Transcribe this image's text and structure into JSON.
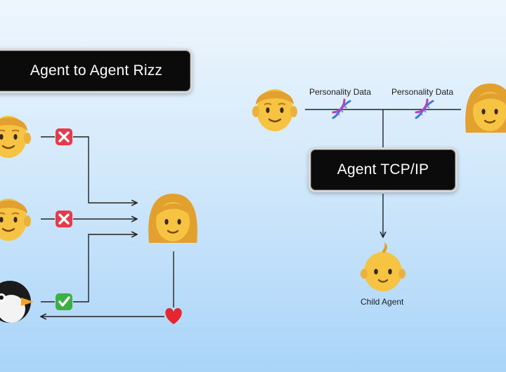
{
  "left_title": "Agent to Agent Rizz",
  "right_title": "Agent TCP/IP",
  "labels": {
    "personality_left": "Personality Data",
    "personality_right": "Personality Data",
    "child_agent": "Child Agent"
  },
  "icons": {
    "man": "man-face-icon",
    "woman": "woman-face-icon",
    "penguin": "penguin-icon",
    "baby": "baby-face-icon",
    "reject": "red-x-icon",
    "accept": "green-check-icon",
    "heart": "red-heart-icon",
    "dna": "dna-icon"
  },
  "colors": {
    "skin": "#f6c343",
    "hair": "#e2a12e",
    "reject": "#e8394a",
    "accept": "#3cb043",
    "heart": "#e3262f",
    "dna_a": "#3e7bd9",
    "dna_b": "#b03fc9"
  }
}
